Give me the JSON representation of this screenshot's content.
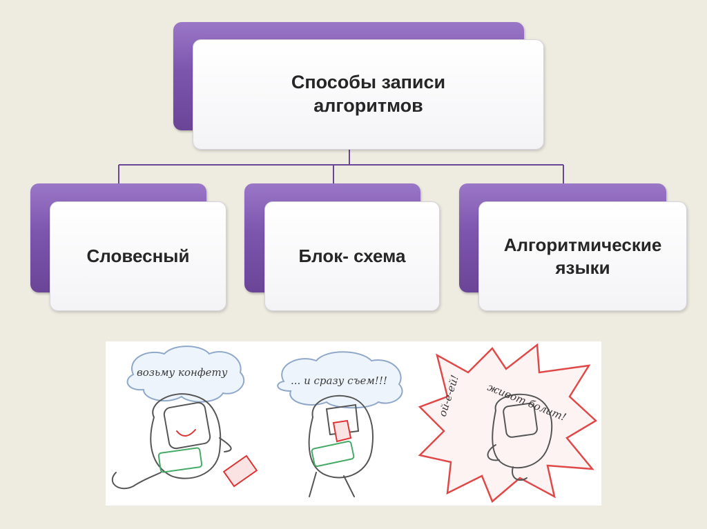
{
  "diagram": {
    "root": {
      "label": "Способы записи алгоритмов"
    },
    "children": [
      {
        "label": "Словесный"
      },
      {
        "label": "Блок- схема"
      },
      {
        "label": "Алгоритмические языки"
      }
    ]
  },
  "comic": {
    "panels": [
      {
        "speech": "возьму конфету"
      },
      {
        "speech": "... и сразу съем!!!"
      },
      {
        "speech_left": "ой-е-ей!",
        "speech_right": "живот болит!"
      }
    ]
  },
  "colors": {
    "background": "#eeece1",
    "node_accent": "#7c55ad",
    "connector": "#6a4597",
    "burst": "#e04848"
  }
}
